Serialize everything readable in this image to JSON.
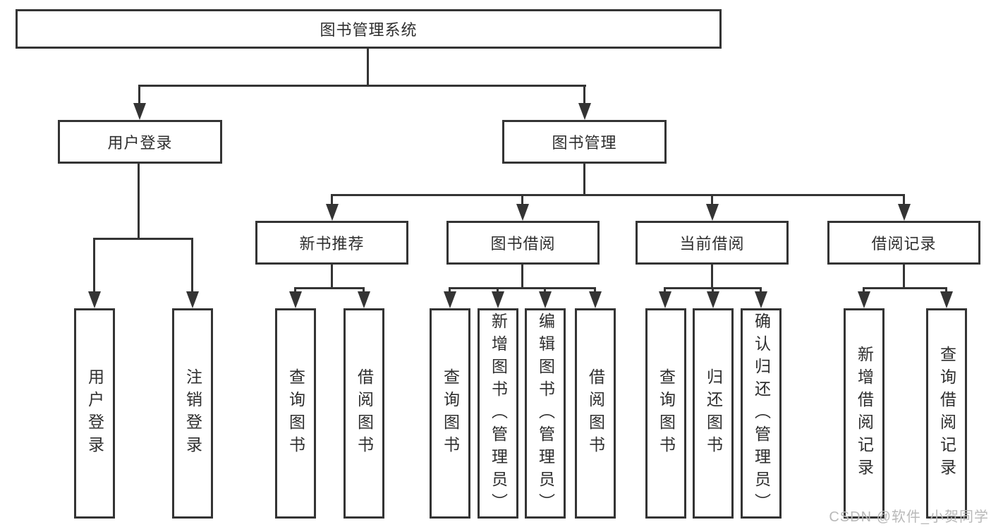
{
  "tree": {
    "label": "图书管理系统",
    "children": [
      {
        "label": "用户登录",
        "children": [
          {
            "label": "用户登录"
          },
          {
            "label": "注销登录"
          }
        ]
      },
      {
        "label": "图书管理",
        "children": [
          {
            "label": "新书推荐",
            "children": [
              {
                "label": "查询图书"
              },
              {
                "label": "借阅图书"
              }
            ]
          },
          {
            "label": "图书借阅",
            "children": [
              {
                "label": "查询图书"
              },
              {
                "label": "新增图书（管理员）"
              },
              {
                "label": "编辑图书（管理员）"
              },
              {
                "label": "借阅图书"
              }
            ]
          },
          {
            "label": "当前借阅",
            "children": [
              {
                "label": "查询图书"
              },
              {
                "label": "归还图书"
              },
              {
                "label": "确认归还（管理员）"
              }
            ]
          },
          {
            "label": "借阅记录",
            "children": [
              {
                "label": "新增借阅记录"
              },
              {
                "label": "查询借阅记录"
              }
            ]
          }
        ]
      }
    ]
  },
  "watermark": {
    "text": "CSDN @软件_小贺同学"
  },
  "colors": {
    "line": "#343434",
    "text": "#2e2e2e",
    "watermark_gray": "#b9b9b9",
    "background": "#ffffff"
  }
}
